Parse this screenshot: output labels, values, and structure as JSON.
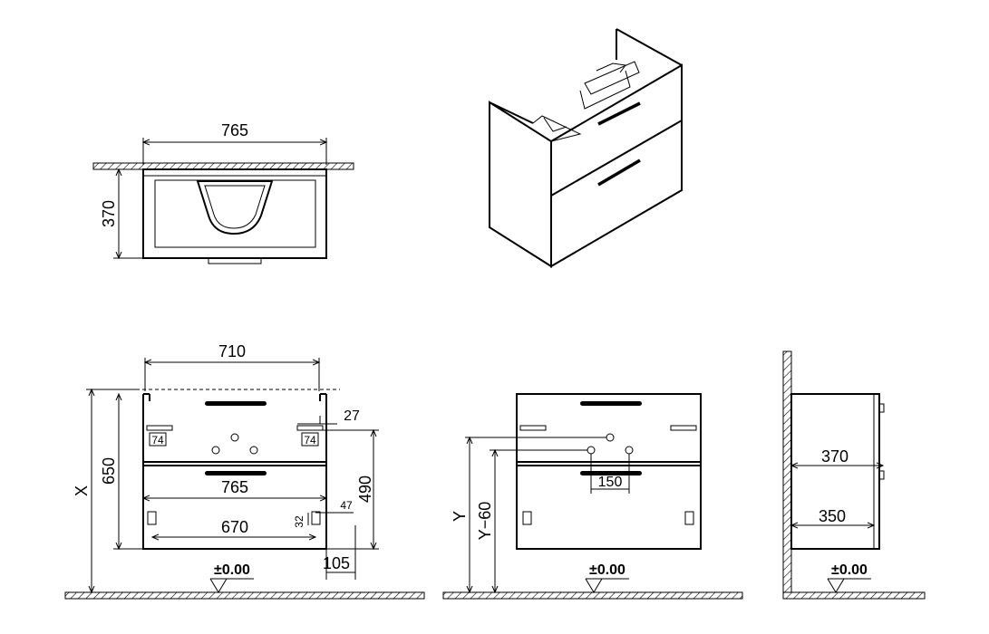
{
  "top_view": {
    "width_label": "765",
    "depth_label": "370"
  },
  "front_view": {
    "top_width_label": "710",
    "drawer_width_label": "765",
    "inner_width_label": "670",
    "height_x_label": "X",
    "height_650_label": "650",
    "height_490_label": "490",
    "offset_27_label": "27",
    "bracket_74_left_label": "74",
    "bracket_74_right_label": "74",
    "offset_47_label": "47",
    "offset_32_label": "32",
    "bottom_105_label": "105",
    "floor_level_label": "±0.00"
  },
  "middle_view": {
    "height_y_label": "Y",
    "height_y60_label": "Y−60",
    "hole_spacing_label": "150",
    "floor_level_label": "±0.00"
  },
  "side_view": {
    "depth_370_label": "370",
    "depth_350_label": "350",
    "floor_level_label": "±0.00"
  }
}
